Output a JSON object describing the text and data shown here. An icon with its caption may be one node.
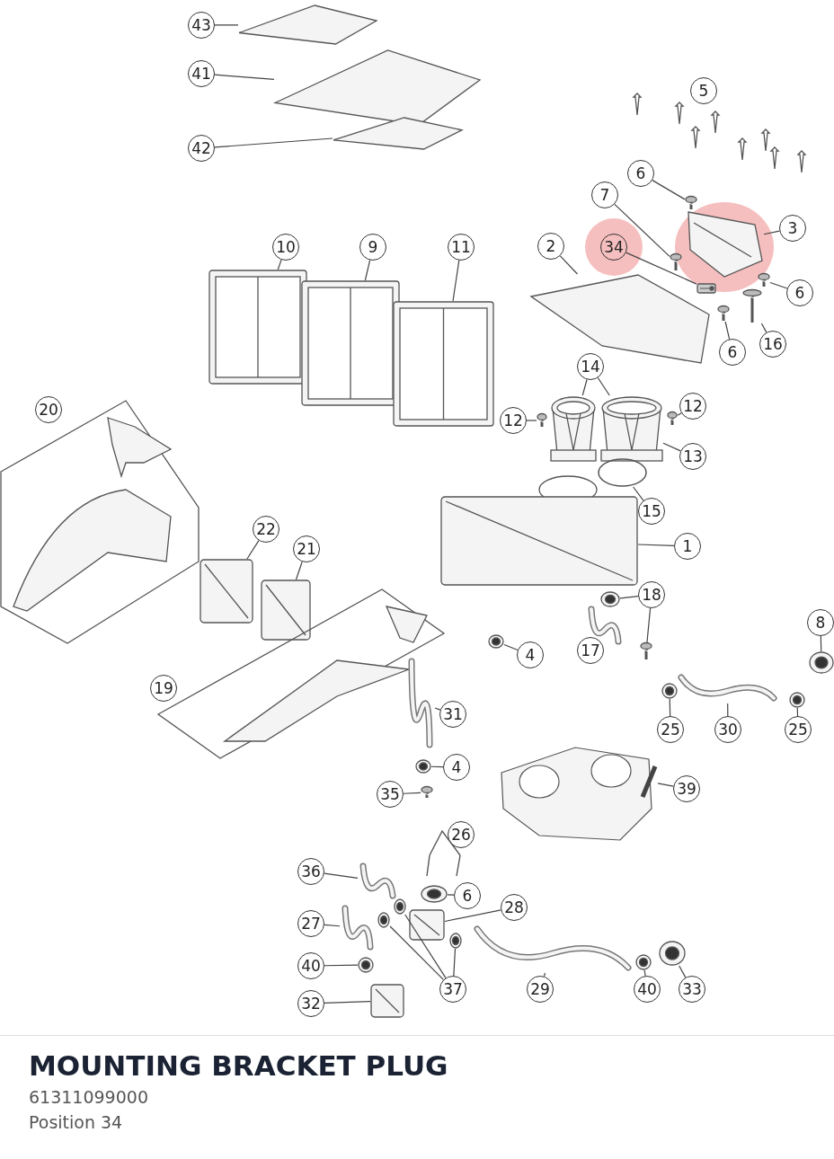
{
  "diagram": {
    "title": "MOUNTING BRACKET PLUG",
    "nodes": [
      {
        "text": [
          "43"
        ]
      },
      {
        "text": [],
        "shape": "picture"
      },
      {
        "text": [
          "41"
        ]
      },
      {
        "text": [],
        "shape": "picture"
      },
      {
        "text": [
          "42"
        ]
      },
      {
        "text": [],
        "shape": "picture"
      },
      {
        "text": [
          "6"
        ]
      },
      {
        "text": [],
        "shape": "picture"
      },
      {
        "text": [
          "7"
        ]
      },
      {
        "text": [],
        "shape": "picture"
      },
      {
        "text": [
          "3"
        ]
      },
      {
        "text": [],
        "shape": "picture"
      },
      {
        "text": [
          "34"
        ]
      },
      {
        "text": [],
        "shape": "picture"
      },
      {
        "text": [
          "2"
        ]
      },
      {
        "text": [],
        "shape": "picture"
      },
      {
        "text": [
          "6"
        ]
      },
      {
        "text": [],
        "shape": "picture"
      },
      {
        "text": [
          "16"
        ]
      },
      {
        "text": [],
        "shape": "picture"
      },
      {
        "text": [
          "6"
        ]
      },
      {
        "text": [],
        "shape": "picture"
      },
      {
        "text": [
          "10"
        ]
      },
      {
        "text": [],
        "shape": "picture"
      },
      {
        "text": [
          "9"
        ]
      },
      {
        "text": [],
        "shape": "picture"
      },
      {
        "text": [
          "11"
        ]
      },
      {
        "text": [],
        "shape": "picture"
      },
      {
        "text": [
          "14"
        ]
      },
      {
        "text": [],
        "shape": "picture"
      },
      {
        "text": [],
        "shape": "picture"
      },
      {
        "text": [
          "12"
        ]
      },
      {
        "text": [],
        "shape": "picture"
      },
      {
        "text": [
          "12"
        ]
      },
      {
        "text": [],
        "shape": "picture"
      },
      {
        "text": [
          "13"
        ]
      },
      {
        "text": [
          "15"
        ]
      },
      {
        "text": [],
        "shape": "circle"
      },
      {
        "text": [
          "1"
        ]
      },
      {
        "text": [],
        "shape": "picture"
      },
      {
        "text": [
          "18"
        ]
      },
      {
        "text": [],
        "shape": "picture"
      },
      {
        "text": [],
        "shape": "picture"
      },
      {
        "text": [
          "17"
        ]
      },
      {
        "text": [],
        "shape": "picture"
      },
      {
        "text": [
          "8"
        ]
      },
      {
        "text": [],
        "shape": "picture"
      },
      {
        "text": [
          "4"
        ]
      },
      {
        "text": [],
        "shape": "picture"
      },
      {
        "text": [
          "25"
        ]
      },
      {
        "text": [],
        "shape": "picture"
      },
      {
        "text": [
          "30"
        ]
      },
      {
        "text": [],
        "shape": "picture"
      },
      {
        "text": [
          "25"
        ]
      },
      {
        "text": [],
        "shape": "picture"
      },
      {
        "text": [
          "20"
        ]
      },
      {
        "text": [],
        "shape": "box"
      },
      {
        "text": [
          "22"
        ]
      },
      {
        "text": [],
        "shape": "picture"
      },
      {
        "text": [
          "21"
        ]
      },
      {
        "text": [],
        "shape": "picture"
      },
      {
        "text": [
          "19"
        ]
      },
      {
        "text": [],
        "shape": "box"
      },
      {
        "text": [
          "31"
        ]
      },
      {
        "text": [],
        "shape": "picture"
      },
      {
        "text": [
          "4"
        ]
      },
      {
        "text": [],
        "shape": "picture"
      },
      {
        "text": [
          "35"
        ]
      },
      {
        "text": [],
        "shape": "picture"
      },
      {
        "text": [
          "39"
        ]
      },
      {
        "text": [],
        "shape": "picture"
      },
      {
        "text": [
          "36"
        ]
      },
      {
        "text": [],
        "shape": "picture"
      },
      {
        "text": [
          "6"
        ]
      },
      {
        "text": [],
        "shape": "picture"
      },
      {
        "text": [
          "28"
        ]
      },
      {
        "text": [],
        "shape": "picture"
      },
      {
        "text": [
          "27"
        ]
      },
      {
        "text": [],
        "shape": "picture"
      },
      {
        "text": [
          "40"
        ]
      },
      {
        "text": [],
        "shape": "picture"
      },
      {
        "text": [
          "37"
        ]
      },
      {
        "text": [],
        "shape": "picture"
      },
      {
        "text": [],
        "shape": "picture"
      },
      {
        "text": [],
        "shape": "picture"
      },
      {
        "text": [
          "29"
        ]
      },
      {
        "text": [],
        "shape": "picture"
      },
      {
        "text": [
          "40"
        ]
      },
      {
        "text": [],
        "shape": "picture"
      },
      {
        "text": [
          "33"
        ]
      },
      {
        "text": [],
        "shape": "picture"
      },
      {
        "text": [
          "32"
        ]
      },
      {
        "text": [],
        "shape": "picture"
      },
      {
        "text": [
          "5"
        ]
      },
      {
        "text": [
          "26"
        ]
      }
    ],
    "edges": [
      {
        "from": 0,
        "to": 1,
        "arrow": "none"
      },
      {
        "from": 2,
        "to": 3,
        "arrow": "none"
      },
      {
        "from": 4,
        "to": 5,
        "arrow": "none"
      },
      {
        "from": 6,
        "to": 7,
        "arrow": "none"
      },
      {
        "from": 8,
        "to": 9,
        "arrow": "none"
      },
      {
        "from": 10,
        "to": 11,
        "arrow": "none"
      },
      {
        "from": 12,
        "to": 13,
        "arrow": "none"
      },
      {
        "from": 14,
        "to": 15,
        "arrow": "none"
      },
      {
        "from": 16,
        "to": 17,
        "arrow": "none"
      },
      {
        "from": 18,
        "to": 19,
        "arrow": "none"
      },
      {
        "from": 20,
        "to": 21,
        "arrow": "none"
      },
      {
        "from": 22,
        "to": 23,
        "arrow": "none"
      },
      {
        "from": 24,
        "to": 25,
        "arrow": "none"
      },
      {
        "from": 26,
        "to": 27,
        "arrow": "none"
      },
      {
        "from": 28,
        "to": 29,
        "arrow": "none"
      },
      {
        "from": 28,
        "to": 30,
        "arrow": "none"
      },
      {
        "from": 31,
        "to": 32,
        "arrow": "none"
      },
      {
        "from": 33,
        "to": 34,
        "arrow": "none"
      },
      {
        "from": 35,
        "to": 30,
        "arrow": "none"
      },
      {
        "from": 36,
        "to": 37,
        "arrow": "none"
      },
      {
        "from": 38,
        "to": 39,
        "arrow": "none"
      },
      {
        "from": 40,
        "to": 41,
        "arrow": "none"
      },
      {
        "from": 40,
        "to": 42,
        "arrow": "none"
      },
      {
        "from": 43,
        "to": 44,
        "arrow": "none"
      },
      {
        "from": 45,
        "to": 46,
        "arrow": "none"
      },
      {
        "from": 47,
        "to": 48,
        "arrow": "none"
      },
      {
        "from": 49,
        "to": 50,
        "arrow": "none"
      },
      {
        "from": 51,
        "to": 52,
        "arrow": "none"
      },
      {
        "from": 53,
        "to": 54,
        "arrow": "none"
      },
      {
        "from": 55,
        "to": 56,
        "arrow": "none"
      },
      {
        "from": 57,
        "to": 58,
        "arrow": "none"
      },
      {
        "from": 59,
        "to": 60,
        "arrow": "none"
      },
      {
        "from": 61,
        "to": 62,
        "arrow": "none"
      },
      {
        "from": 63,
        "to": 64,
        "arrow": "none"
      },
      {
        "from": 65,
        "to": 66,
        "arrow": "none"
      },
      {
        "from": 67,
        "to": 68,
        "arrow": "none"
      },
      {
        "from": 69,
        "to": 70,
        "arrow": "none"
      },
      {
        "from": 71,
        "to": 72,
        "arrow": "none"
      },
      {
        "from": 73,
        "to": 74,
        "arrow": "none"
      },
      {
        "from": 75,
        "to": 76,
        "arrow": "none"
      },
      {
        "from": 77,
        "to": 78,
        "arrow": "none"
      },
      {
        "from": 79,
        "to": 80,
        "arrow": "none"
      },
      {
        "from": 81,
        "to": 82,
        "arrow": "none"
      },
      {
        "from": 81,
        "to": 83,
        "arrow": "none"
      },
      {
        "from": 81,
        "to": 84,
        "arrow": "none"
      },
      {
        "from": 85,
        "to": 86,
        "arrow": "none"
      },
      {
        "from": 87,
        "to": 88,
        "arrow": "none"
      },
      {
        "from": 89,
        "to": 90,
        "arrow": "none"
      },
      {
        "from": 91,
        "to": 92,
        "arrow": "none"
      }
    ],
    "labels": [
      "61311099000",
      "Position 34"
    ]
  }
}
